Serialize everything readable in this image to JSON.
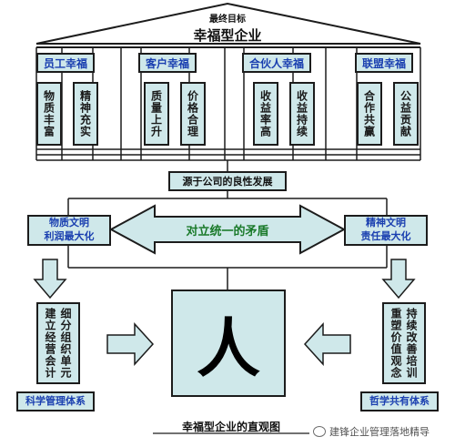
{
  "roof": {
    "goal_label": "最终目标",
    "title": "幸福型企业"
  },
  "columns": [
    {
      "header": "员工幸福",
      "items": [
        "物质丰富",
        "精神充实"
      ]
    },
    {
      "header": "客户幸福",
      "items": [
        "质量上升",
        "价格合理"
      ]
    },
    {
      "header": "合伙人幸福",
      "items": [
        "收益率高",
        "收益持续"
      ]
    },
    {
      "header": "联盟幸福",
      "items": [
        "合作共赢",
        "公益贡献"
      ]
    }
  ],
  "source_box": "源于公司的良性发展",
  "left_box": [
    "物质文明",
    "利润最大化"
  ],
  "right_box": [
    "精神文明",
    "责任最大化"
  ],
  "arrow_label": "对立统一的矛盾",
  "left_column": [
    "建立经营会计",
    "细分组织单元"
  ],
  "right_column": [
    "重塑价值观念",
    "持续改善培训"
  ],
  "center_glyph": "人",
  "bottom_left": "科学管理体系",
  "bottom_right": "哲学共有体系",
  "caption": "幸福型企业的直观图",
  "watermark": "建锋企业管理落地精导"
}
